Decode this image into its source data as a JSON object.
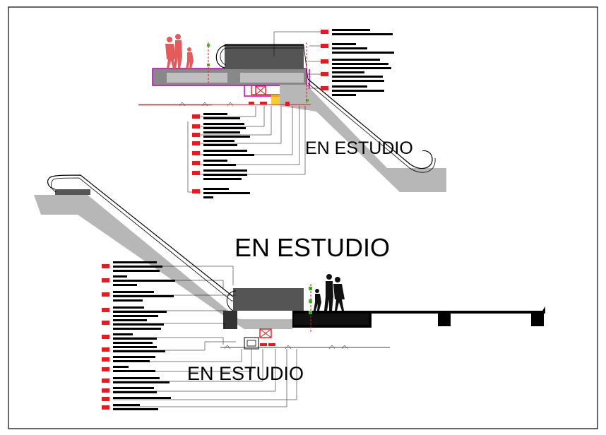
{
  "drawing": {
    "annotations": {
      "upper_center": "EN ESTUDIO",
      "main_center": "EN ESTUDIO",
      "lower_center": "EN ESTUDIO"
    }
  },
  "colors": {
    "frame": "#000000",
    "tag_red": "#e8191f",
    "figure_red": "#e55a5a",
    "figure_dark": "#111111",
    "slab_gray": "#b7b7b7",
    "truss_gray": "#cfcfcf",
    "dark_mass": "#555555",
    "magenta": "#c000c0",
    "green": "#22cc22",
    "yellow": "#f0c000"
  }
}
